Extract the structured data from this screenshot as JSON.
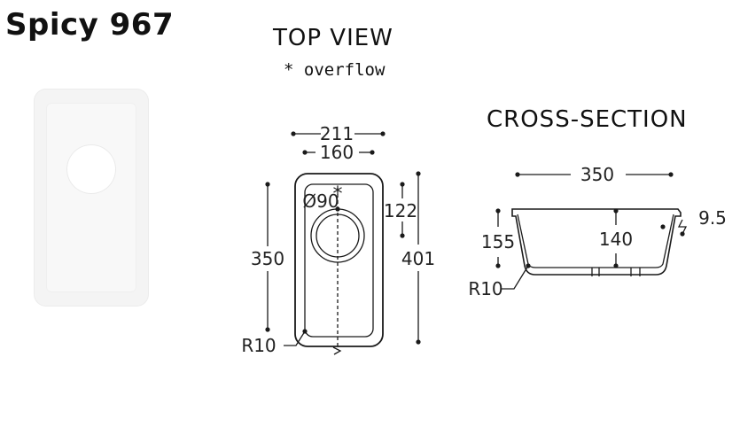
{
  "product": {
    "name": "Spicy 967"
  },
  "top_view": {
    "heading": "TOP VIEW",
    "overflow_note": "* overflow",
    "overflow_marker": "*",
    "outer_width": "211",
    "inner_width": "160",
    "drain": "Ø90",
    "drain_offset": "122",
    "inner_length": "350",
    "outer_length": "401",
    "corner_radius": "R10"
  },
  "cross_section": {
    "heading": "CROSS-SECTION",
    "width": "350",
    "depth": "155",
    "inner_depth": "140",
    "rim": "9.5",
    "corner_radius": "R10"
  },
  "colors": {
    "line": "#1a1a1a",
    "text": "#111111",
    "photo": "#f4f4f4"
  }
}
